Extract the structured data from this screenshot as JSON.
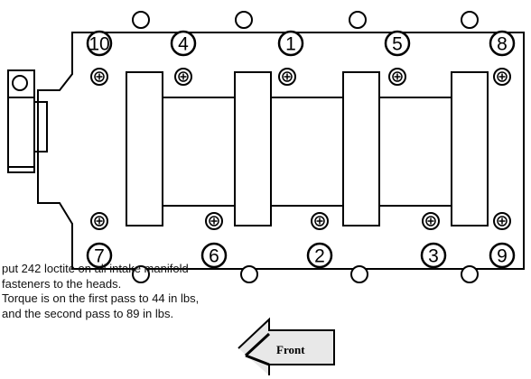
{
  "bolt_numbers": {
    "top": [
      "10",
      "4",
      "1",
      "5",
      "8"
    ],
    "bottom": [
      "7",
      "6",
      "2",
      "3",
      "9"
    ]
  },
  "instructions": [
    "put 242 loctite on all intake manifold",
    " fasteners to the heads.",
    " Torque is on the first pass to 44 in lbs,",
    " and the second pass to 89 in lbs."
  ],
  "front_arrow_label": "Front",
  "icons": {
    "bolt": "bolt-head-icon",
    "arrow": "left-arrow-icon"
  }
}
